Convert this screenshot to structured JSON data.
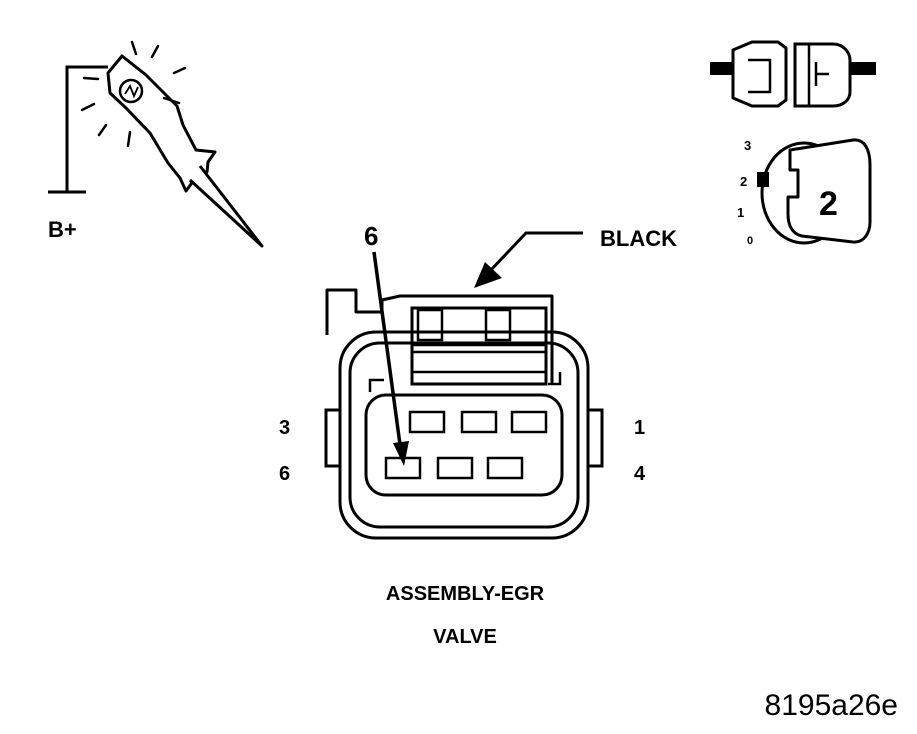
{
  "probe": {
    "label": "B+"
  },
  "callout": {
    "pin_number": "6",
    "color_label": "BLACK"
  },
  "connector": {
    "pin_labels": {
      "top_left": "3",
      "bottom_left": "6",
      "top_right": "1",
      "bottom_right": "4"
    },
    "caption_line1": "ASSEMBLY-EGR",
    "caption_line2": "VALVE"
  },
  "ignition": {
    "positions": [
      "3",
      "2",
      "1",
      "0"
    ],
    "key_number": "2"
  },
  "figure_id": "8195a26e"
}
